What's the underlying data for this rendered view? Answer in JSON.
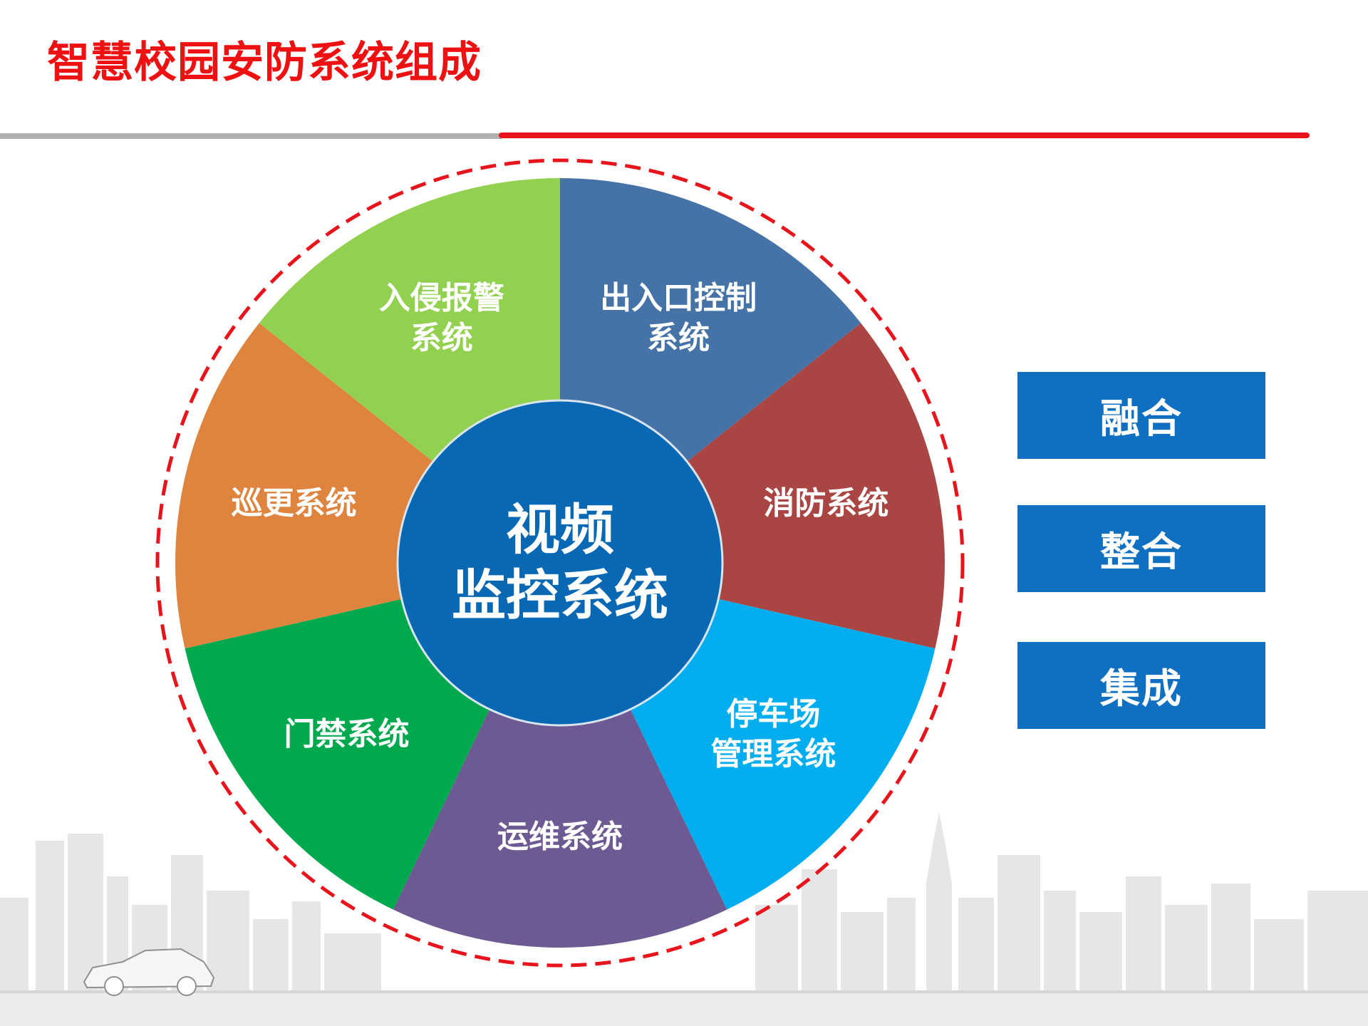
{
  "title": "智慧校园安防系统组成",
  "center": {
    "line1": "视频",
    "line2": "监控系统",
    "color": "#0868b4"
  },
  "segments": [
    {
      "lines": [
        "出入口控制",
        "系统"
      ],
      "color": "#4572a7"
    },
    {
      "lines": [
        "消防系统"
      ],
      "color": "#a94644"
    },
    {
      "lines": [
        "停车场",
        "管理系统"
      ],
      "color": "#00aeef"
    },
    {
      "lines": [
        "运维系统"
      ],
      "color": "#6e5a93"
    },
    {
      "lines": [
        "门禁系统"
      ],
      "color": "#00a94e"
    },
    {
      "lines": [
        "巡更系统"
      ],
      "color": "#df843f"
    },
    {
      "lines": [
        "入侵报警",
        "系统"
      ],
      "color": "#92d050"
    }
  ],
  "side_boxes": [
    "融合",
    "整合",
    "集成"
  ],
  "colors": {
    "title": "#ee1111",
    "dashed_ring": "#e8141c",
    "box": "#0f6fc1"
  }
}
